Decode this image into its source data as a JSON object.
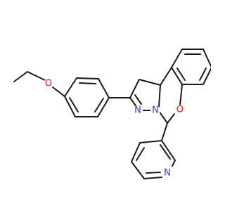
{
  "diagram": {
    "type": "skeletal-structure",
    "colors": {
      "bond": "#1a1a1a",
      "oxygen": "#e8141a",
      "nitrogen": "#2a3bd6",
      "background": "#ffffff"
    },
    "atom_labels": [
      {
        "id": "o-ether",
        "text": "O",
        "element": "oxygen"
      },
      {
        "id": "o-ring",
        "text": "O",
        "element": "oxygen"
      },
      {
        "id": "n-pyrazoline-1",
        "text": "N",
        "element": "nitrogen"
      },
      {
        "id": "n-pyrazoline-2",
        "text": "N",
        "element": "nitrogen"
      },
      {
        "id": "n-pyridine",
        "text": "N",
        "element": "nitrogen"
      }
    ]
  }
}
